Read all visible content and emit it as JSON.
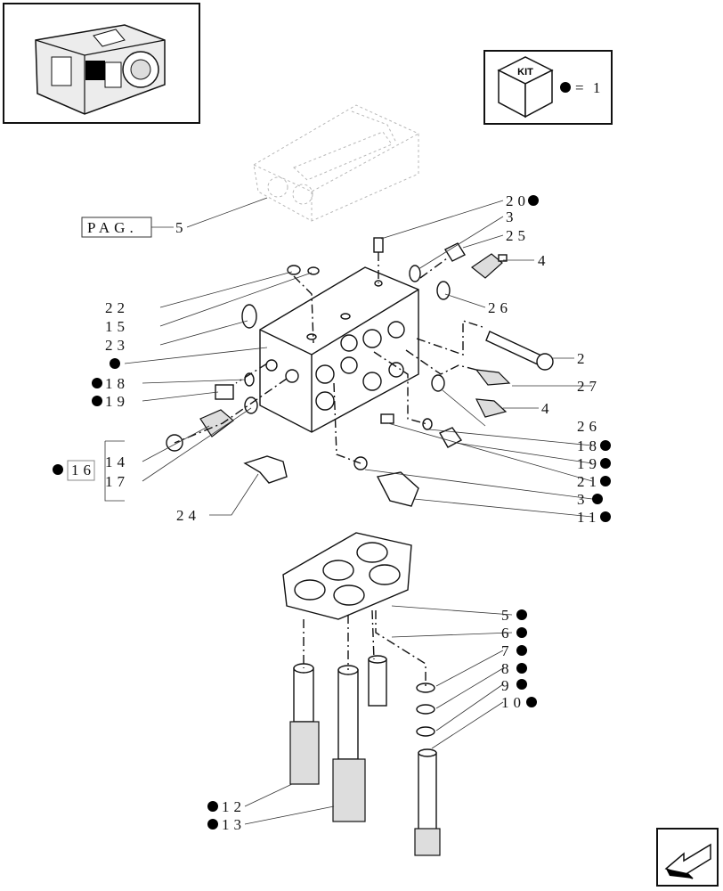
{
  "kit_box": {
    "icon_text": "KIT",
    "equation": "= 1"
  },
  "page_ref": {
    "box_text": "PAG.",
    "number": "5"
  },
  "callouts": {
    "c20": "20",
    "c3a": "3",
    "c25": "25",
    "c4a": "4",
    "c26a": "26",
    "c22": "22",
    "c15": "15",
    "c23": "23",
    "c2": "2",
    "c18a": "18",
    "c19a": "19",
    "c27": "27",
    "c4b": "4",
    "c26b": "26",
    "c18b": "18",
    "c19b": "19",
    "c21": "21",
    "c3b": "3",
    "c11": "11",
    "c16": "16",
    "c14": "14",
    "c17": "17",
    "c24": "24",
    "c5": "5",
    "c6": "6",
    "c7": "7",
    "c8": "8",
    "c9": "9",
    "c10": "10",
    "c12": "12",
    "c13": "13"
  },
  "colors": {
    "ink": "#111111",
    "bullet": "#000000",
    "ghost": "#b8b8b8"
  }
}
